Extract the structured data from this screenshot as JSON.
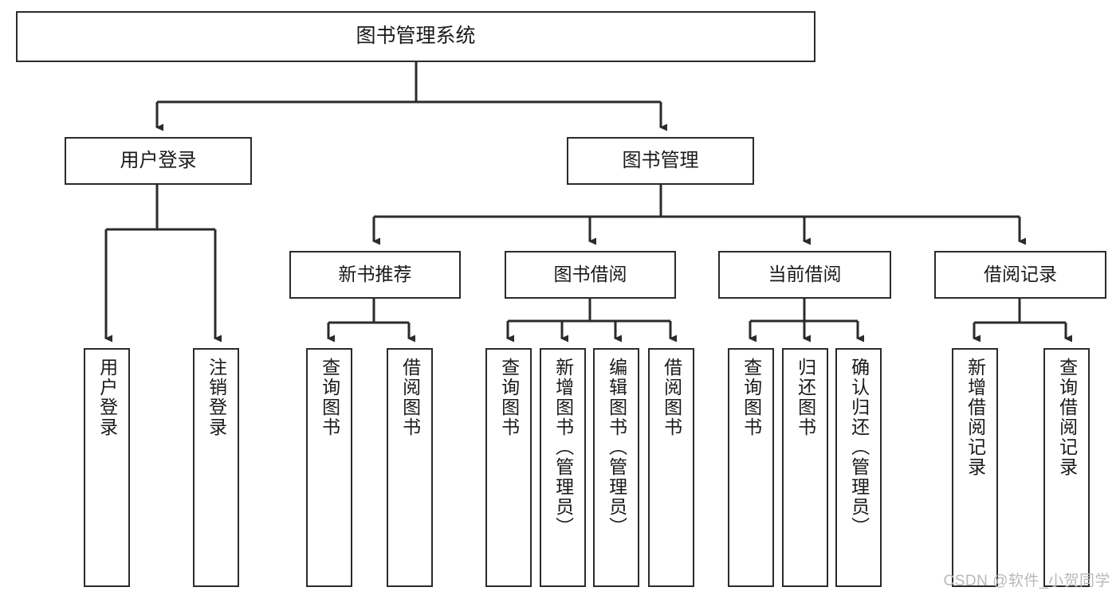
{
  "diagram": {
    "title": "图书管理系统",
    "type": "tree-hierarchy-chart",
    "root": {
      "label": "图书管理系统"
    },
    "level2": [
      {
        "label": "用户登录"
      },
      {
        "label": "图书管理"
      }
    ],
    "level3": [
      {
        "label": "新书推荐"
      },
      {
        "label": "图书借阅"
      },
      {
        "label": "当前借阅"
      },
      {
        "label": "借阅记录"
      }
    ],
    "leaves": [
      {
        "label": "用户登录",
        "parent": "用户登录"
      },
      {
        "label": "注销登录",
        "parent": "用户登录"
      },
      {
        "label": "查询图书",
        "parent": "新书推荐"
      },
      {
        "label": "借阅图书",
        "parent": "新书推荐"
      },
      {
        "label": "查询图书",
        "parent": "图书借阅"
      },
      {
        "label": "新增图书（管理员）",
        "parent": "图书借阅"
      },
      {
        "label": "编辑图书（管理员）",
        "parent": "图书借阅"
      },
      {
        "label": "借阅图书",
        "parent": "图书借阅"
      },
      {
        "label": "查询图书",
        "parent": "当前借阅"
      },
      {
        "label": "归还图书",
        "parent": "当前借阅"
      },
      {
        "label": "确认归还（管理员）",
        "parent": "当前借阅"
      },
      {
        "label": "新增借阅记录",
        "parent": "借阅记录"
      },
      {
        "label": "查询借阅记录",
        "parent": "借阅记录"
      }
    ]
  },
  "watermark": {
    "text": "CSDN @软件_小贺同学"
  },
  "colors": {
    "border": "#2b2b2b",
    "background": "#ffffff",
    "text": "#1a1a1a",
    "watermark": "#b9b9b9"
  }
}
